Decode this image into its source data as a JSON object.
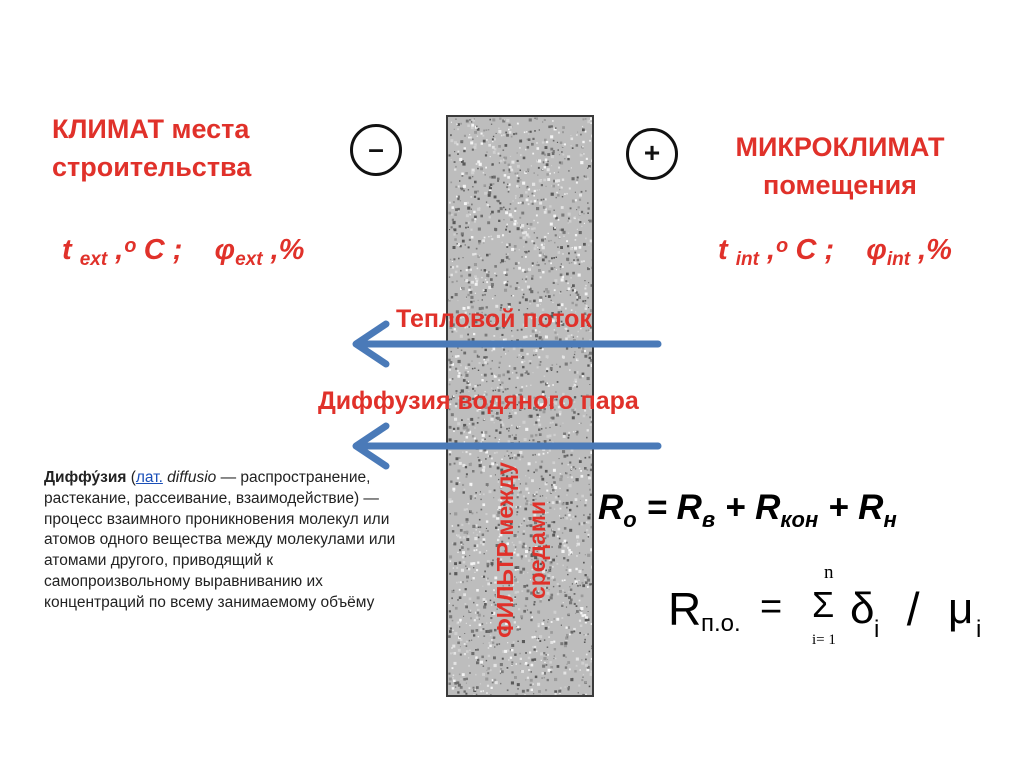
{
  "left": {
    "title_line1": "КЛИМАТ места",
    "title_line2": "строительства",
    "sign": "–",
    "formula": {
      "t": "t",
      "t_sub": "ext",
      "unit_t": ",ᵒ C ;",
      "phi": "φ",
      "phi_sub": "ext",
      "unit_phi": ",%"
    }
  },
  "right": {
    "title_line1": "МИКРОКЛИМАТ",
    "title_line2": "помещения",
    "sign": "+",
    "formula": {
      "t": "t",
      "t_sub": "int",
      "unit_t": ",ᵒ C ;",
      "phi": "φ",
      "phi_sub": "int",
      "unit_phi": ",%"
    }
  },
  "flows": {
    "heat": "Тепловой поток",
    "vapor": "Диффузия водяного пара"
  },
  "wall": {
    "label_line1": "ФИЛЬТР между",
    "label_line2": "средами"
  },
  "definition": {
    "term": "Диффу́зия",
    "open_paren": " (",
    "link": "лат.",
    "latin": " diffusio",
    "rest": " — распространение, растекание, рассеивание, взаимодействие) — процесс взаимного проникновения молекул или атомов одного вещества между молекулами или атомами другого, приводящий к самопроизвольному выравниванию их концентраций по всему занимаемому объёму"
  },
  "equation1": {
    "r": "R",
    "o": "о",
    "eq": " = ",
    "rv_sub": "в",
    "plus": " + ",
    "rkon_sub": "кон",
    "rn_sub": "н"
  },
  "equation2": {
    "r": "R",
    "sub": "п.о.",
    "eq": " =",
    "sigma": "Σ",
    "upper": "n",
    "lower": "i= 1",
    "delta": "δ",
    "delta_sub": "i",
    "slash": " / ",
    "mu": "μ",
    "mu_sub": "i"
  },
  "colors": {
    "red": "#e0312a",
    "arrow": "#4a7ab8",
    "wall": "#bdbdbd"
  }
}
